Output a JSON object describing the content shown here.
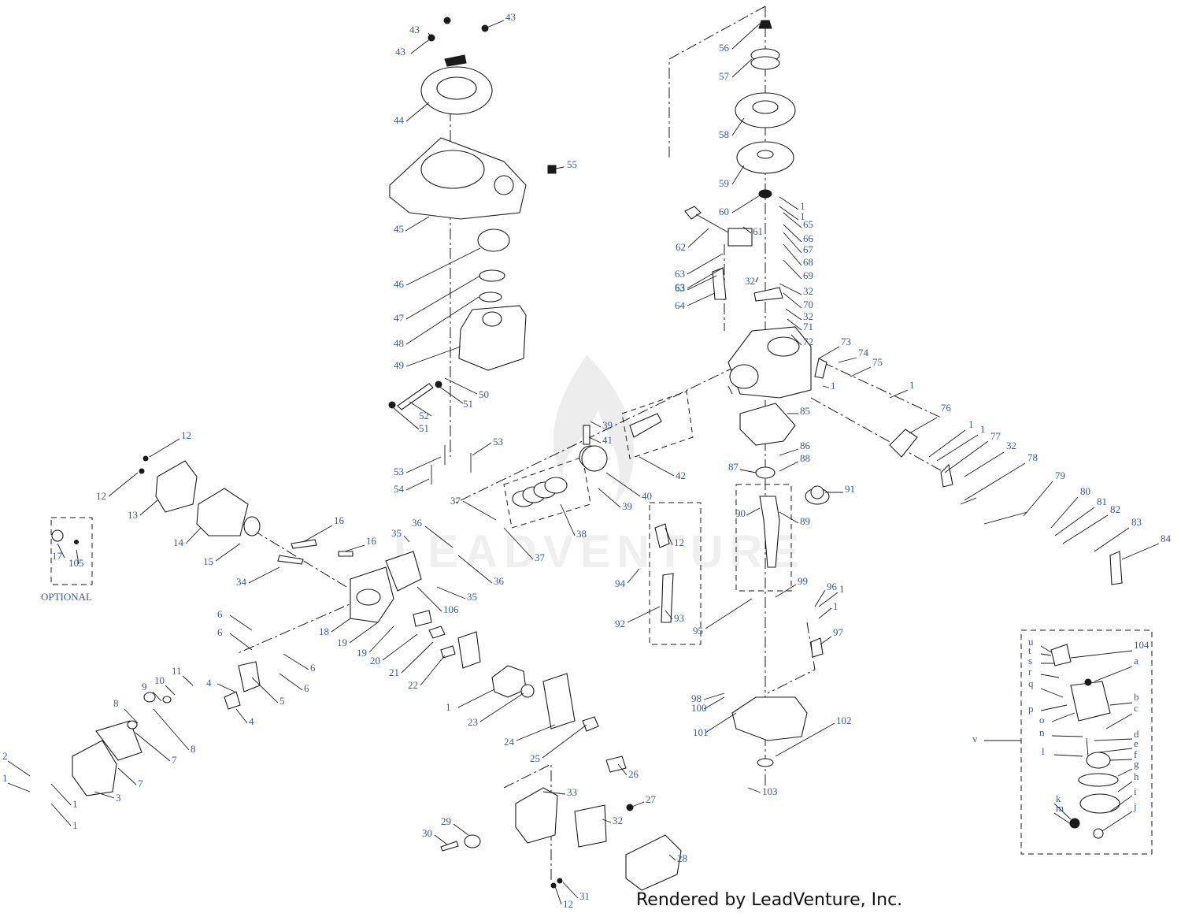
{
  "footer": "Rendered by LeadVenture, Inc.",
  "watermark": "LEADVENTURE",
  "optional_label": "OPTIONAL",
  "callouts": [
    "43",
    "43",
    "43",
    "44",
    "55",
    "45",
    "46",
    "47",
    "48",
    "49",
    "50",
    "51",
    "52",
    "51",
    "56",
    "57",
    "58",
    "59",
    "60",
    "1",
    "1",
    "65",
    "66",
    "67",
    "68",
    "69",
    "61",
    "62",
    "63",
    "63",
    "63",
    "64",
    "32",
    "32",
    "70",
    "32",
    "71",
    "72",
    "73",
    "74",
    "75",
    "1",
    "1",
    "85",
    "86",
    "88",
    "87",
    "76",
    "1",
    "1",
    "77",
    "32",
    "78",
    "79",
    "80",
    "81",
    "82",
    "83",
    "84",
    "91",
    "90",
    "89",
    "39",
    "41",
    "42",
    "40",
    "39",
    "38",
    "37",
    "37",
    "36",
    "36",
    "35",
    "35",
    "53",
    "53",
    "54",
    "12",
    "12",
    "13",
    "14",
    "15",
    "16",
    "16",
    "17",
    "105",
    "106",
    "34",
    "18",
    "19",
    "19",
    "20",
    "21",
    "22",
    "6",
    "6",
    "6",
    "6",
    "5",
    "4",
    "4",
    "11",
    "10",
    "9",
    "8",
    "8",
    "7",
    "7",
    "3",
    "2",
    "1",
    "1",
    "1",
    "1",
    "23",
    "24",
    "25",
    "26",
    "33",
    "27",
    "32",
    "28",
    "29",
    "30",
    "31",
    "12",
    "12",
    "94",
    "92",
    "93",
    "95",
    "99",
    "96",
    "1",
    "1",
    "97",
    "98",
    "100",
    "101",
    "102",
    "103",
    "104",
    "a",
    "b",
    "c",
    "d",
    "e",
    "f",
    "g",
    "h",
    "i",
    "j",
    "k",
    "m",
    "l",
    "n",
    "o",
    "p",
    "q",
    "r",
    "s",
    "t",
    "u",
    "v",
    "23"
  ]
}
